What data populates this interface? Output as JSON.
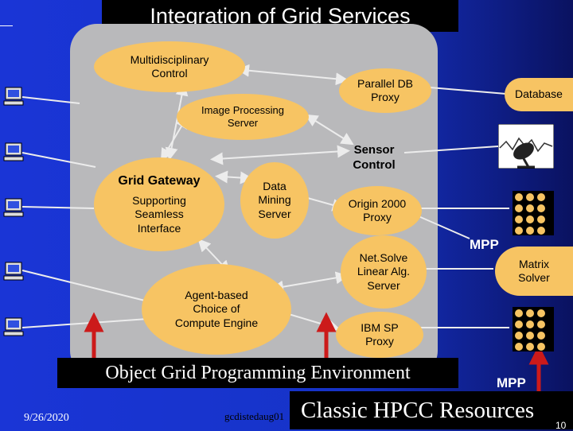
{
  "title": "Integration of Grid Services",
  "nodes": {
    "multidisciplinary": "Multidisciplinary\nControl",
    "parallel_db": "Parallel DB\nProxy",
    "database": "Database",
    "image_processing": "Image Processing\nServer",
    "sensor_control": "Sensor\nControl",
    "grid_gateway_title": "Grid Gateway",
    "grid_gateway_sub": "Supporting\nSeamless\nInterface",
    "data_mining": "Data\nMining\nServer",
    "origin_2000": "Origin 2000\nProxy",
    "netsolve": "Net.Solve\nLinear Alg.\nServer",
    "agent_based": "Agent-based\nChoice of\nCompute Engine",
    "ibm_sp": "IBM SP\nProxy",
    "matrix_solver": "Matrix\nSolver",
    "mpp_1": "MPP",
    "mpp_2": "MPP"
  },
  "bottom": {
    "environment": "Object Grid Programming Environment",
    "resources": "Classic HPCC Resources"
  },
  "footer": {
    "date": "9/26/2020",
    "label": "gcdistedaug01",
    "page": "10"
  },
  "colors": {
    "background": "#1a35d6",
    "panel": "#b9b9bb",
    "node": "#f7c463",
    "arrow": "#cc1a1a",
    "line": "#e8e8e8"
  }
}
